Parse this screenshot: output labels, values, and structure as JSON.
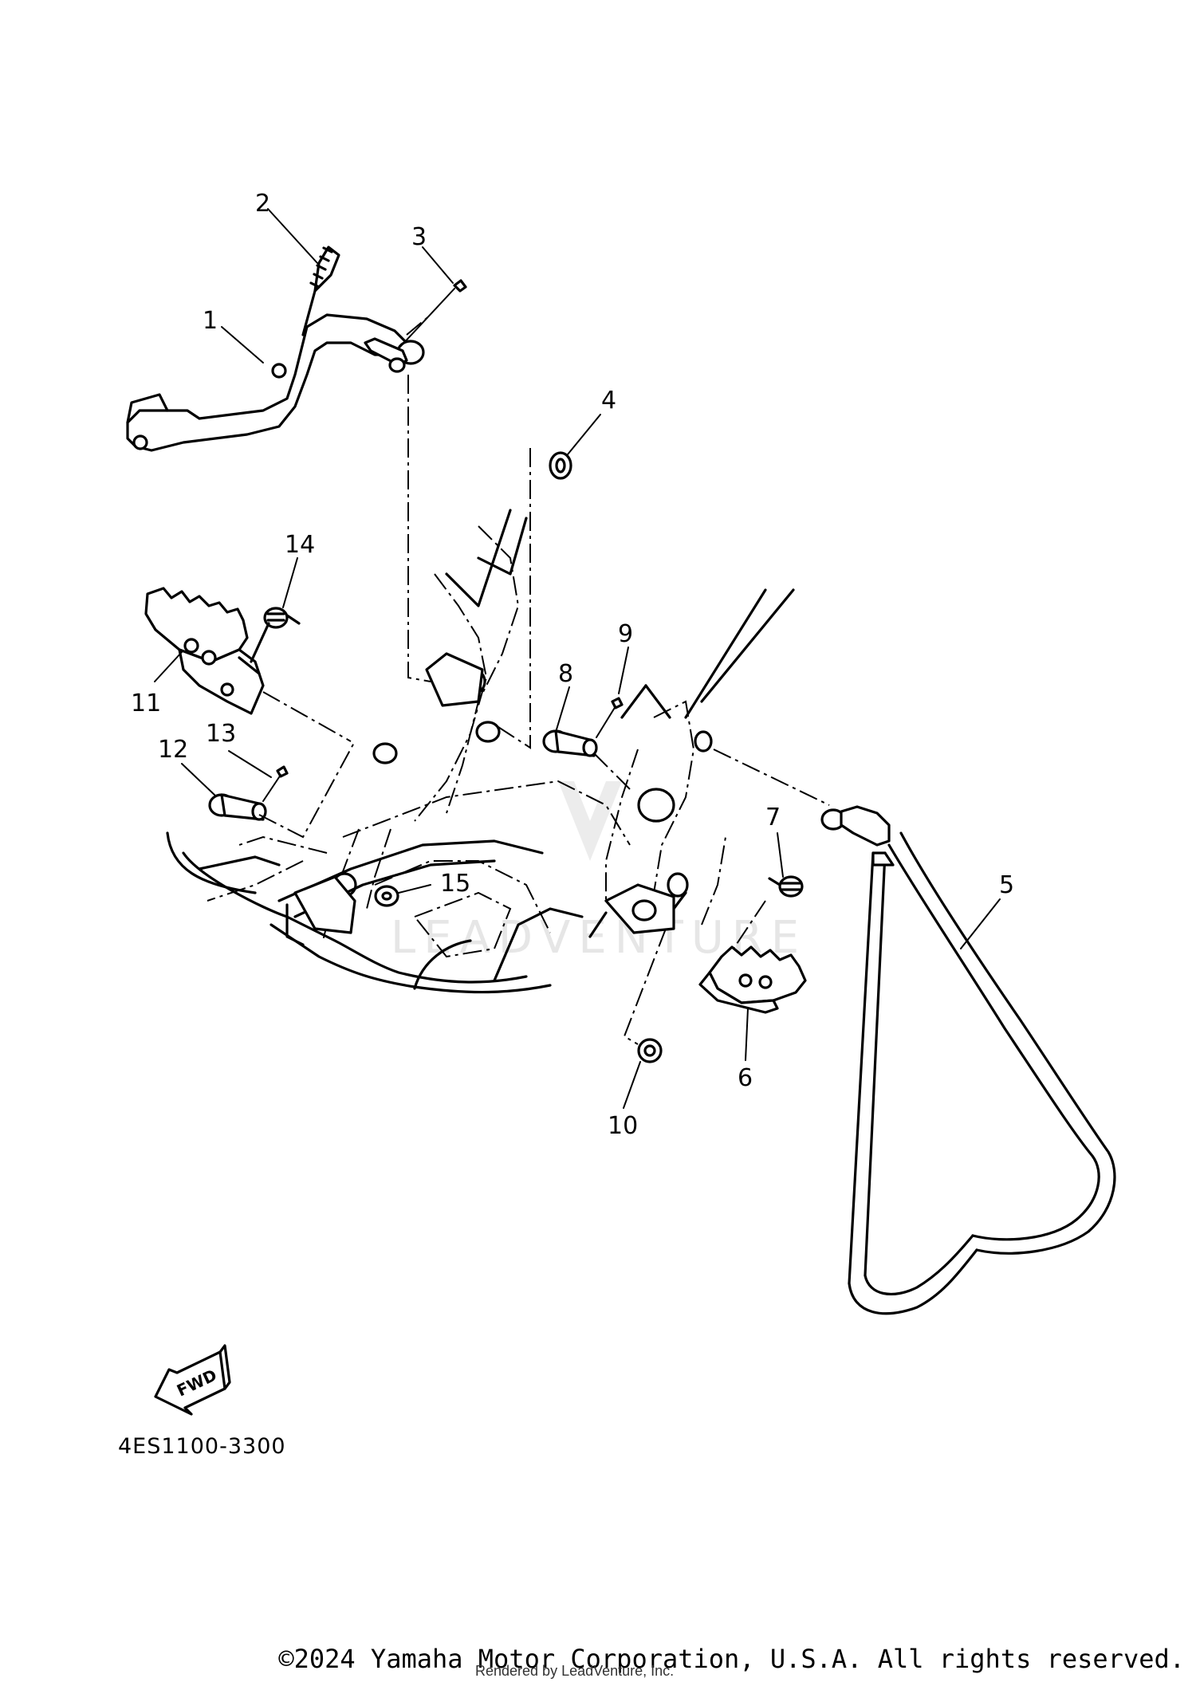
{
  "diagram": {
    "callouts": [
      {
        "id": "1",
        "label": "1"
      },
      {
        "id": "2",
        "label": "2"
      },
      {
        "id": "3",
        "label": "3"
      },
      {
        "id": "4",
        "label": "4"
      },
      {
        "id": "5",
        "label": "5"
      },
      {
        "id": "6",
        "label": "6"
      },
      {
        "id": "7",
        "label": "7"
      },
      {
        "id": "8",
        "label": "8"
      },
      {
        "id": "9",
        "label": "9"
      },
      {
        "id": "10",
        "label": "10"
      },
      {
        "id": "11",
        "label": "11"
      },
      {
        "id": "12",
        "label": "12"
      },
      {
        "id": "13",
        "label": "13"
      },
      {
        "id": "14",
        "label": "14"
      },
      {
        "id": "15",
        "label": "15"
      }
    ],
    "fwd_label": "FWD",
    "part_number": "4ES1100-3300",
    "watermark": "LEADVENTURE"
  },
  "footer": {
    "copyright": "©2024 Yamaha Motor Corporation, U.S.A. All rights reserved.",
    "rendered_by": "Rendered by LeadVenture, Inc."
  }
}
